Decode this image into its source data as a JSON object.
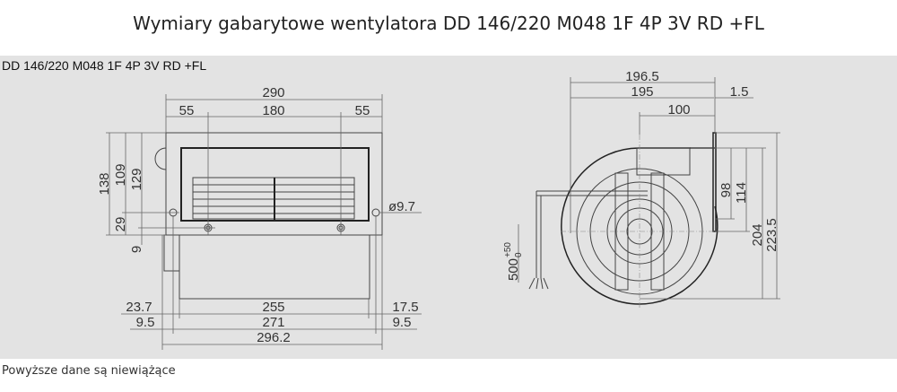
{
  "title": "Wymiary gabarytowe wentylatora DD 146/220 M048 1F 4P 3V RD +FL",
  "drawing": {
    "model_label": "DD 146/220 M048 1F 4P 3V RD +FL",
    "front_view": {
      "width_total": "290",
      "left_offset": "55",
      "hole_spacing": "180",
      "right_offset": "55",
      "height_138": "138",
      "height_109": "109",
      "height_129": "129",
      "height_29": "29",
      "height_9": "9",
      "hole_diameter": "ø9.7",
      "bottom_23_7": "23.7",
      "bottom_255": "255",
      "bottom_17_5": "17.5",
      "bottom_9_5_left": "9.5",
      "bottom_271": "271",
      "bottom_9_5_right": "9.5",
      "bottom_296_2": "296.2"
    },
    "side_view": {
      "width_196_5": "196.5",
      "width_195": "195",
      "flange_1_5": "1.5",
      "center_100": "100",
      "h_98": "98",
      "h_114": "114",
      "h_204": "204",
      "h_223_5": "223.5",
      "cable_length": "500",
      "cable_tol_upper": "+50",
      "cable_tol_lower": "0"
    }
  },
  "footer_note": "Powyższe dane są niewiążące"
}
